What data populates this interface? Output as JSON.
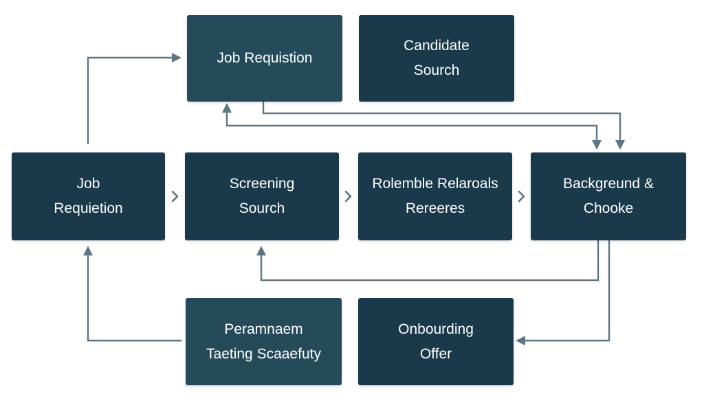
{
  "colors": {
    "node_dark": "#1a3a4b",
    "node_mid": "#254a5a",
    "connector": "#5e7584",
    "text": "#ffffff",
    "background": "#ffffff"
  },
  "nodes": [
    {
      "id": "job-requistion-top",
      "lines": [
        "Job Requistion"
      ]
    },
    {
      "id": "candidate-sourch",
      "lines": [
        "Candidate",
        "Sourch"
      ]
    },
    {
      "id": "job-requietion",
      "lines": [
        "Job",
        "Requietion"
      ]
    },
    {
      "id": "screening-sourch",
      "lines": [
        "Screening",
        "Sourch"
      ]
    },
    {
      "id": "rolemble-relaroals",
      "lines": [
        "Rolemble Relaroals",
        "Rereeres"
      ]
    },
    {
      "id": "backgreund-chooke",
      "lines": [
        "Backgreund &",
        "Chooke"
      ]
    },
    {
      "id": "peramnaem-taeting",
      "lines": [
        "Peramnaem",
        "Taeting Scaaefuty"
      ]
    },
    {
      "id": "onbourding-offer",
      "lines": [
        "Onbourding",
        "Offer"
      ]
    }
  ],
  "connectors": [
    {
      "from": "job-requietion",
      "to": "job-requistion-top",
      "direction": "up-right"
    },
    {
      "from": "job-requistion-top",
      "to": "backgreund-chooke",
      "direction": "down"
    },
    {
      "from": "backgreund-chooke",
      "to": "job-requistion-top",
      "direction": "up"
    },
    {
      "from": "job-requietion",
      "to": "screening-sourch",
      "direction": "right"
    },
    {
      "from": "screening-sourch",
      "to": "rolemble-relaroals",
      "direction": "right"
    },
    {
      "from": "rolemble-relaroals",
      "to": "backgreund-chooke",
      "direction": "right"
    },
    {
      "from": "backgreund-chooke",
      "to": "screening-sourch",
      "direction": "left-up"
    },
    {
      "from": "backgreund-chooke",
      "to": "onbourding-offer",
      "direction": "down-left"
    },
    {
      "from": "peramnaem-taeting",
      "to": "job-requietion",
      "direction": "left-up"
    }
  ]
}
